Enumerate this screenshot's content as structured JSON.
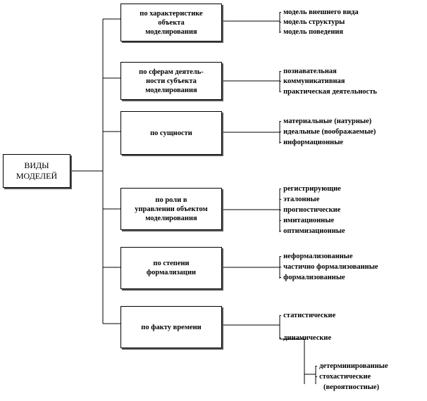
{
  "root": {
    "label": "ВИДЫ\nМОДЕЛЕЙ"
  },
  "categories": [
    {
      "label": "по характеристике\nобъекта\nмоделирования",
      "items": [
        "- модель внешнего вида",
        "- модель структуры",
        "- модель поведения"
      ]
    },
    {
      "label": "по сферам деятель-\nности субъекта\nмоделирования",
      "items": [
        "- познавательная",
        "- коммуникативная",
        "- практическая деятельность"
      ]
    },
    {
      "label": "по сущности",
      "items": [
        "- материальные (натурные)",
        "- идеальные (воображаемые)",
        "- информационные"
      ]
    },
    {
      "label": "по роли в\nуправлении объектом\nмоделирования",
      "items": [
        "- регистрирующие",
        "- эталонные",
        "- прогностические",
        "- имитационные",
        "- оптимизационные"
      ]
    },
    {
      "label": "по степени\nформализации",
      "items": [
        "- неформализованные",
        "- частично формализованные",
        "- формализованные"
      ]
    },
    {
      "label": "по факту времени",
      "items": [
        "- статистические",
        "- динамические"
      ]
    }
  ],
  "dynamic_subtypes": [
    "- детерминированные",
    "- стохастические",
    "(вероятностные)"
  ]
}
